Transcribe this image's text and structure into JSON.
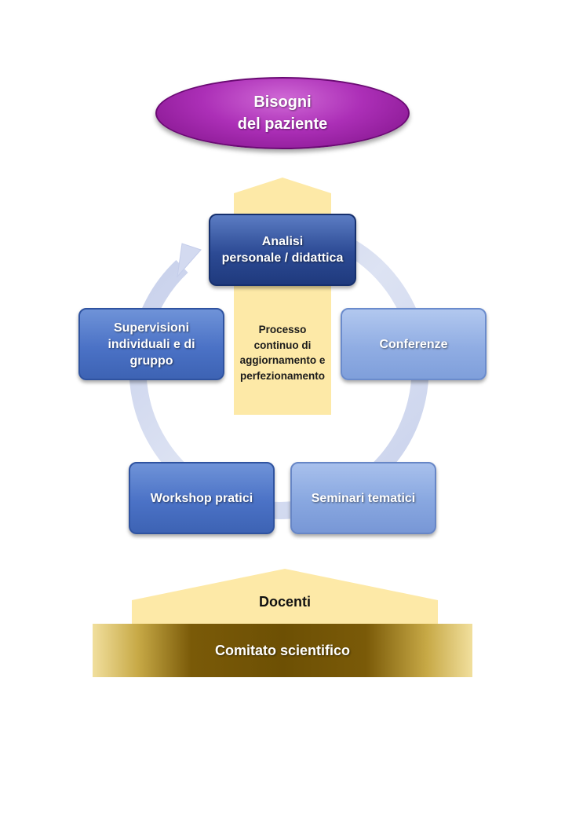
{
  "patient_needs": {
    "line1": "Bisogni",
    "line2": "del paziente"
  },
  "center": {
    "line1": "Processo",
    "line2": "continuo di",
    "line3": "aggiornamento e",
    "line4": "perfezionamento"
  },
  "cycle_steps": [
    {
      "line1": "Analisi",
      "line2": "personale / didattica"
    },
    {
      "line1": "Conferenze"
    },
    {
      "line1": "Seminari tematici"
    },
    {
      "line1": "Workshop pratici"
    },
    {
      "line1": "Supervisioni",
      "line2": "individuali e di",
      "line3": "gruppo"
    }
  ],
  "foundation": {
    "teachers": "Docenti",
    "committee": "Comitato scientifico"
  },
  "colors": {
    "ellipse": "#ac2fb7",
    "arrow_yellow": "#fde9a7",
    "box_dark": "#2c4a94",
    "box_light": "#90ade3",
    "ring": "#d8def0",
    "committee_gold": "#6d5004"
  }
}
